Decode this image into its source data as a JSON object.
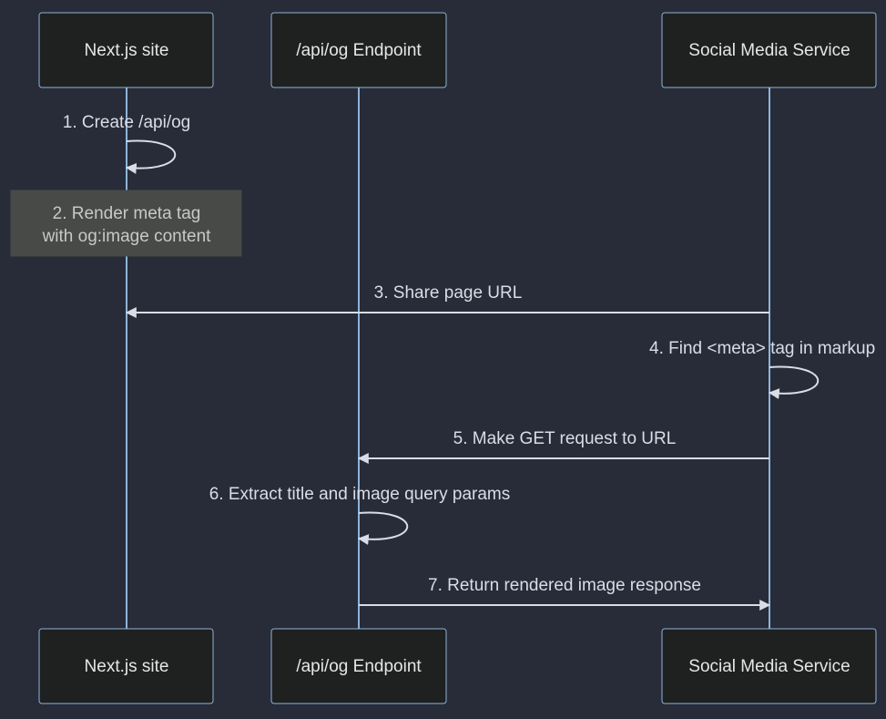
{
  "participants": [
    {
      "label": "Next.js site"
    },
    {
      "label": "/api/og Endpoint"
    },
    {
      "label": "Social Media Service"
    }
  ],
  "steps": [
    {
      "label": "1. Create /api/og"
    },
    {
      "label_lines": [
        "2. Render meta tag",
        "with og:image content"
      ]
    },
    {
      "label": "3. Share page URL"
    },
    {
      "label": "4. Find <meta> tag in markup"
    },
    {
      "label": "5. Make GET request to URL"
    },
    {
      "label": "6. Extract title and image query params"
    },
    {
      "label": "7. Return rendered image response"
    }
  ],
  "colors": {
    "background": "#272c38",
    "actor_fill": "#1f2020",
    "actor_border": "#8fb3d9",
    "lifeline": "#8fb3d9",
    "message": "#d8dde6",
    "note_fill": "#474a47",
    "note_text": "#c8c8c8"
  }
}
